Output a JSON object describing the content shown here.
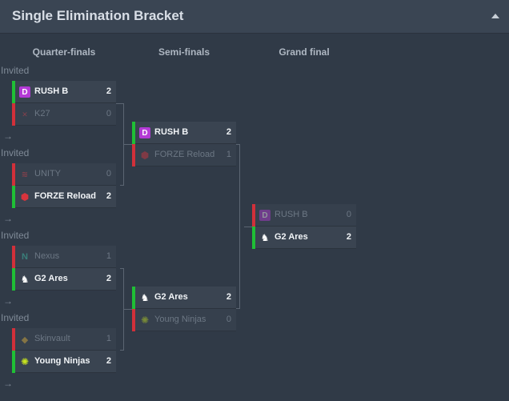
{
  "header": {
    "title": "Single Elimination Bracket"
  },
  "rounds": {
    "qf": "Quarter-finals",
    "sf": "Semi-finals",
    "gf": "Grand final"
  },
  "invited_label": "Invited",
  "arrow_glyph": "→",
  "matches": {
    "qf1": {
      "t1": {
        "name": "RUSH B",
        "score": "2"
      },
      "t2": {
        "name": "K27",
        "score": "0"
      }
    },
    "qf2": {
      "t1": {
        "name": "UNITY",
        "score": "0"
      },
      "t2": {
        "name": "FORZE Reload",
        "score": "2"
      }
    },
    "qf3": {
      "t1": {
        "name": "Nexus",
        "score": "1"
      },
      "t2": {
        "name": "G2 Ares",
        "score": "2"
      }
    },
    "qf4": {
      "t1": {
        "name": "Skinvault",
        "score": "1"
      },
      "t2": {
        "name": "Young Ninjas",
        "score": "2"
      }
    },
    "sf1": {
      "t1": {
        "name": "RUSH B",
        "score": "2"
      },
      "t2": {
        "name": "FORZE Reload",
        "score": "1"
      }
    },
    "sf2": {
      "t1": {
        "name": "G2 Ares",
        "score": "2"
      },
      "t2": {
        "name": "Young Ninjas",
        "score": "0"
      }
    },
    "gf": {
      "t1": {
        "name": "RUSH B",
        "score": "0"
      },
      "t2": {
        "name": "G2 Ares",
        "score": "2"
      }
    }
  },
  "colors": {
    "win": "#1fbf35",
    "lose": "#d1303a",
    "rushb_logo": "#b43ad6"
  }
}
